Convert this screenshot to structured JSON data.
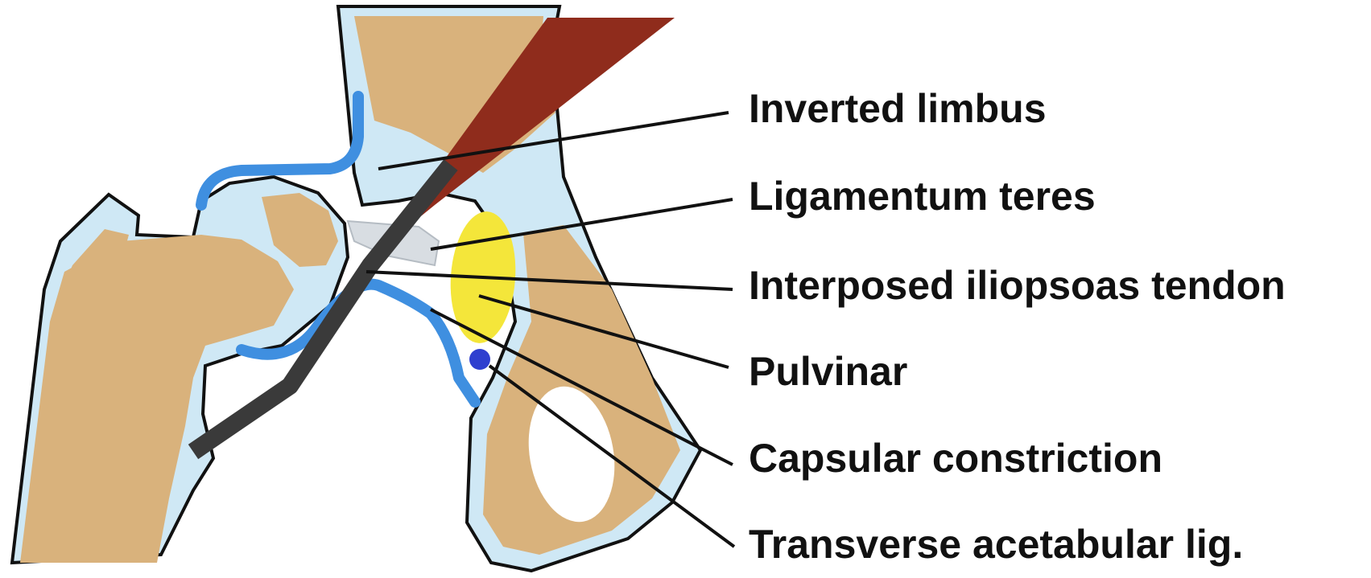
{
  "diagram": {
    "labels": [
      "Inverted limbus",
      "Ligamentum teres",
      "Interposed iliopsoas tendon",
      "Pulvinar",
      "Capsular constriction",
      "Transverse acetabular lig."
    ]
  },
  "colors": {
    "bone": "#d9b27c",
    "cartilage": "#cfe8f5",
    "outline": "#111111",
    "capsule": "#3f8fe0",
    "psoas_muscle": "#8f2c1c",
    "iliopsoas_tendon": "#3a3a3a",
    "pulvinar": "#f4e63a",
    "transverse_ligament": "#2f3fcf",
    "ligamentum_teres": "#d8dde2"
  }
}
